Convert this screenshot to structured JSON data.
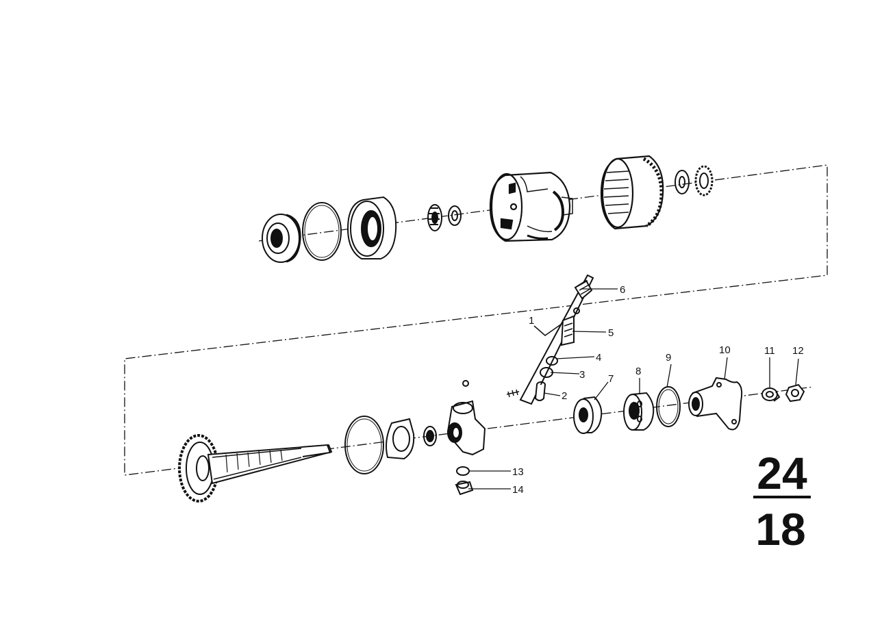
{
  "diagram": {
    "callouts": [
      "1",
      "2",
      "3",
      "4",
      "5",
      "6",
      "7",
      "8",
      "9",
      "10",
      "11",
      "12",
      "13",
      "14"
    ],
    "section_number": {
      "group": "24",
      "sheet": "18"
    }
  }
}
